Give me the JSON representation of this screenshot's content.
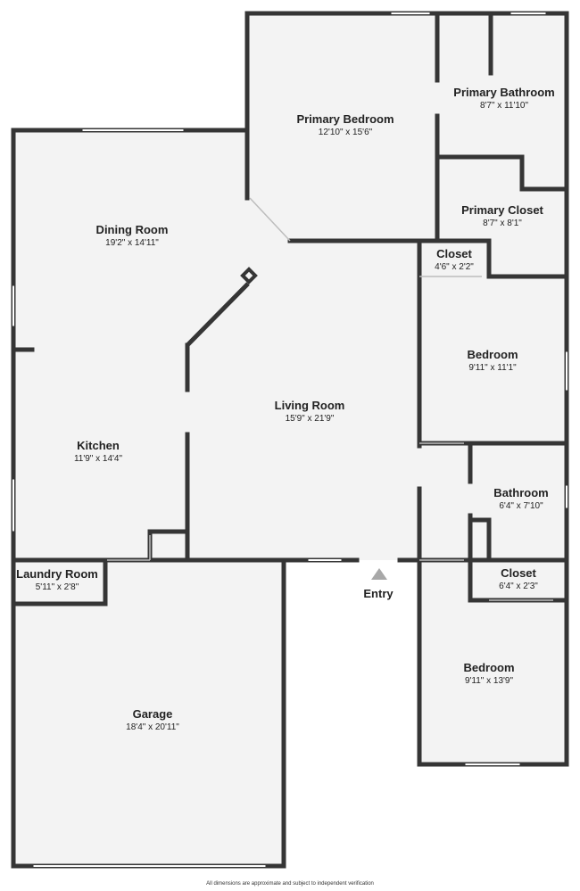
{
  "colors": {
    "wall": "#353535",
    "floor": "#f3f3f3",
    "window": "#ffffff",
    "entry_arrow": "#a8a8a8"
  },
  "rooms": {
    "primary_bedroom": {
      "name": "Primary Bedroom",
      "dims": "12'10\" x 15'6\""
    },
    "primary_bathroom": {
      "name": "Primary Bathroom",
      "dims": "8'7\" x 11'10\""
    },
    "primary_closet": {
      "name": "Primary Closet",
      "dims": "8'7\" x 8'1\""
    },
    "closet_1": {
      "name": "Closet",
      "dims": "4'6\" x 2'2\""
    },
    "dining_room": {
      "name": "Dining Room",
      "dims": "19'2\" x 14'11\""
    },
    "bedroom_1": {
      "name": "Bedroom",
      "dims": "9'11\" x 11'1\""
    },
    "living_room": {
      "name": "Living Room",
      "dims": "15'9\" x 21'9\""
    },
    "kitchen": {
      "name": "Kitchen",
      "dims": "11'9\" x 14'4\""
    },
    "bathroom": {
      "name": "Bathroom",
      "dims": "6'4\" x 7'10\""
    },
    "laundry_room": {
      "name": "Laundry Room",
      "dims": "5'11\" x 2'8\""
    },
    "closet_2": {
      "name": "Closet",
      "dims": "6'4\" x 2'3\""
    },
    "bedroom_2": {
      "name": "Bedroom",
      "dims": "9'11\" x 13'9\""
    },
    "garage": {
      "name": "Garage",
      "dims": "18'4\" x 20'11\""
    }
  },
  "entry_label": "Entry",
  "footer_note": "All dimensions are approximate and subject to independent verification"
}
